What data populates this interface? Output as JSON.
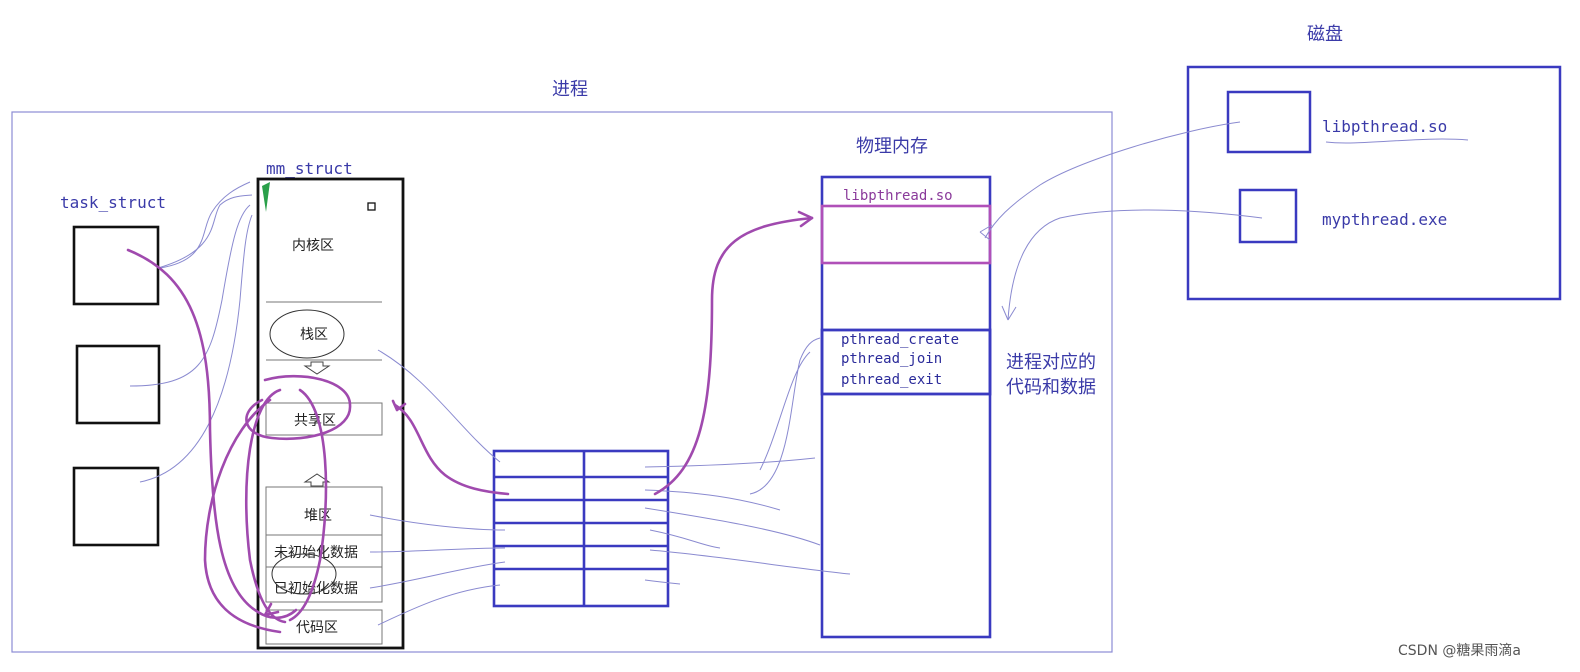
{
  "title_process": "进程",
  "title_disk": "磁盘",
  "title_phys": "物理内存",
  "label_task_struct": "task_struct",
  "label_mm_struct": "mm_struct",
  "mm_regions": {
    "kernel": "内核区",
    "stack": "栈区",
    "shared": "共享区",
    "heap": "堆区",
    "bss": "未初始化数据",
    "data": "已初始化数据",
    "code": "代码区"
  },
  "phys": {
    "lib": "libpthread.so",
    "fn_create": "pthread_create",
    "fn_join": "pthread_join",
    "fn_exit": "pthread_exit",
    "note_line1": "进程对应的",
    "note_line2": "代码和数据"
  },
  "disk": {
    "lib": "libpthread.so",
    "exe": "mypthread.exe"
  },
  "watermark": "CSDN @糖果雨滴a",
  "colors": {
    "blue": "#3a3aa8",
    "purple": "#a04aae",
    "black": "#111111"
  }
}
